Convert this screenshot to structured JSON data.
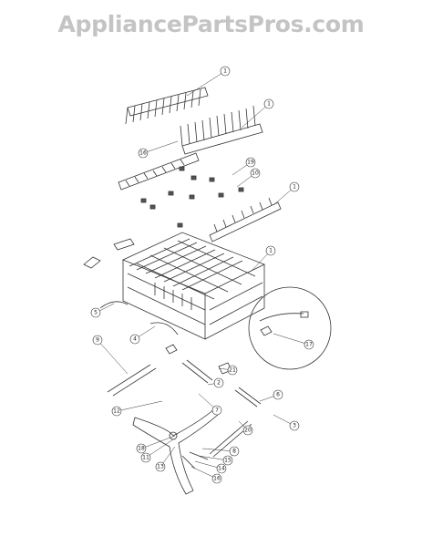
{
  "watermark": "AppliancePartsPros.com",
  "callouts": [
    {
      "id": "c1a",
      "label": "1"
    },
    {
      "id": "c1b",
      "label": "1"
    },
    {
      "id": "c1c",
      "label": "1"
    },
    {
      "id": "c1d",
      "label": "1"
    },
    {
      "id": "c16",
      "label": "16"
    },
    {
      "id": "c19",
      "label": "19"
    },
    {
      "id": "c10",
      "label": "10"
    },
    {
      "id": "c5",
      "label": "5"
    },
    {
      "id": "c4",
      "label": "4"
    },
    {
      "id": "c9",
      "label": "9"
    },
    {
      "id": "c17",
      "label": "17"
    },
    {
      "id": "c21",
      "label": "21"
    },
    {
      "id": "c2",
      "label": "2"
    },
    {
      "id": "c12",
      "label": "12"
    },
    {
      "id": "c7",
      "label": "7"
    },
    {
      "id": "c6",
      "label": "6"
    },
    {
      "id": "c20",
      "label": "20"
    },
    {
      "id": "c3",
      "label": "3"
    },
    {
      "id": "c18",
      "label": "18"
    },
    {
      "id": "c11",
      "label": "11"
    },
    {
      "id": "c13",
      "label": "13"
    },
    {
      "id": "c8",
      "label": "8"
    },
    {
      "id": "c15",
      "label": "15"
    },
    {
      "id": "c14",
      "label": "14"
    },
    {
      "id": "c16b",
      "label": "16"
    }
  ]
}
